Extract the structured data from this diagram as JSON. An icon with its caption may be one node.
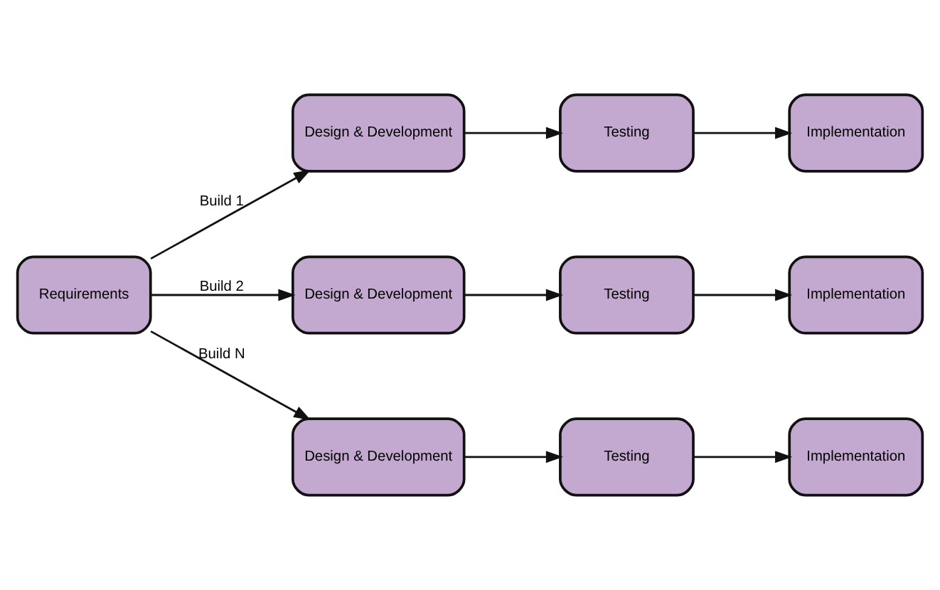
{
  "diagram": {
    "nodes": [
      {
        "text": [
          "Requirements"
        ]
      },
      {
        "text": [
          "Design & Development"
        ]
      },
      {
        "text": [
          "Testing"
        ]
      },
      {
        "text": [
          "Implementation"
        ]
      },
      {
        "text": [
          "Design & Development"
        ]
      },
      {
        "text": [
          "Testing"
        ]
      },
      {
        "text": [
          "Implementation"
        ]
      },
      {
        "text": [
          "Design & Development"
        ]
      },
      {
        "text": [
          "Testing"
        ]
      },
      {
        "text": [
          "Implementation"
        ]
      }
    ],
    "edges": [
      {
        "from": 0,
        "to": 1,
        "arrow": "to",
        "label": "Build 1"
      },
      {
        "from": 1,
        "to": 2,
        "arrow": "to"
      },
      {
        "from": 2,
        "to": 3,
        "arrow": "to"
      },
      {
        "from": 0,
        "to": 4,
        "arrow": "to",
        "label": "Build 2"
      },
      {
        "from": 4,
        "to": 5,
        "arrow": "to"
      },
      {
        "from": 5,
        "to": 6,
        "arrow": "to"
      },
      {
        "from": 0,
        "to": 7,
        "arrow": "to",
        "label": "Build N"
      },
      {
        "from": 7,
        "to": 8,
        "arrow": "to"
      },
      {
        "from": 8,
        "to": 9,
        "arrow": "to"
      }
    ]
  }
}
